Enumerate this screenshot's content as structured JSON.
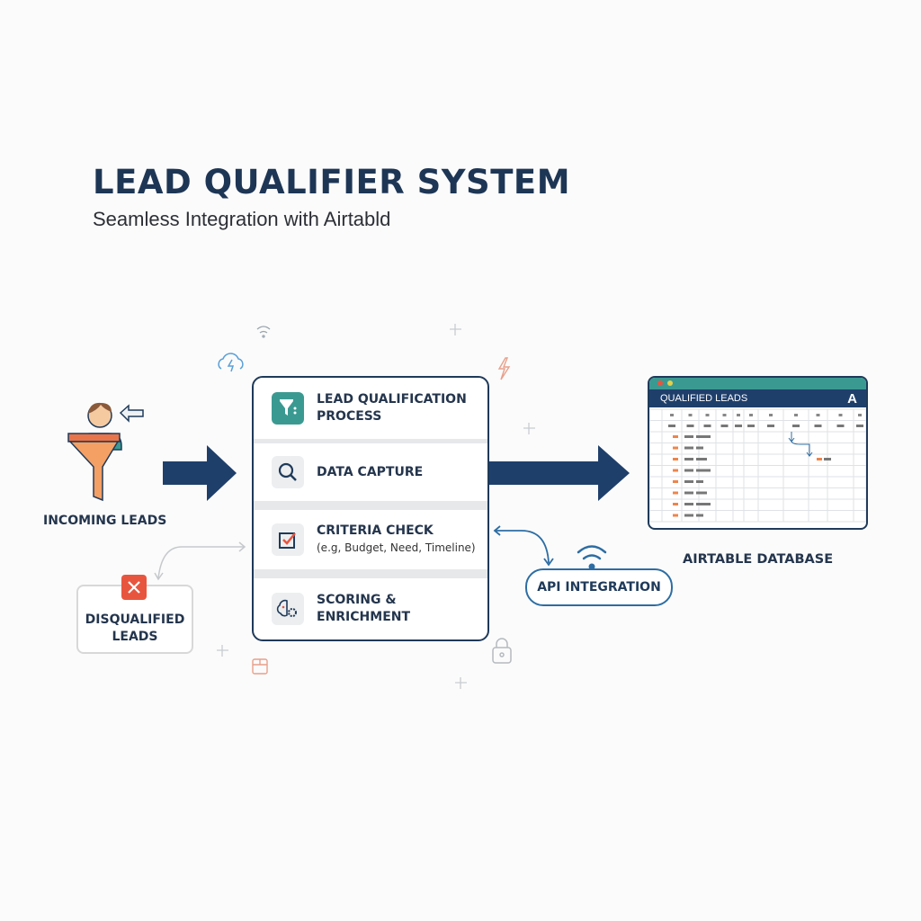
{
  "header": {
    "title": "LEAD QUALIFIER SYSTEM",
    "subtitle": "Seamless Integration with Airtabld"
  },
  "incoming": {
    "label": "INCOMING LEADS",
    "icon": "person-funnel-icon"
  },
  "process": {
    "title_line1": "LEAD QUALIFICATION",
    "title_line2": "PROCESS",
    "steps": [
      {
        "label": "DATA CAPTURE",
        "icon": "magnifier-icon"
      },
      {
        "label": "CRITERIA CHECK",
        "sub": "(e.g, Budget, Need, Timeline)",
        "icon": "checkbox-icon"
      },
      {
        "label_line1": "SCORING &",
        "label_line2": "ENRICHMENT",
        "icon": "brain-gear-icon"
      }
    ]
  },
  "disqualified": {
    "line1": "DISQUALIFIED",
    "line2": "LEADS"
  },
  "api": {
    "label": "API INTEGRATION"
  },
  "airtable": {
    "window_title": "QUALIFIED LEADS",
    "logo": "A",
    "label": "AIRTABLE DATABASE"
  },
  "colors": {
    "navy": "#1f3a5a",
    "teal": "#3a9a92",
    "orange": "#f0844a",
    "red": "#e8553f",
    "blue": "#2d6da3"
  }
}
